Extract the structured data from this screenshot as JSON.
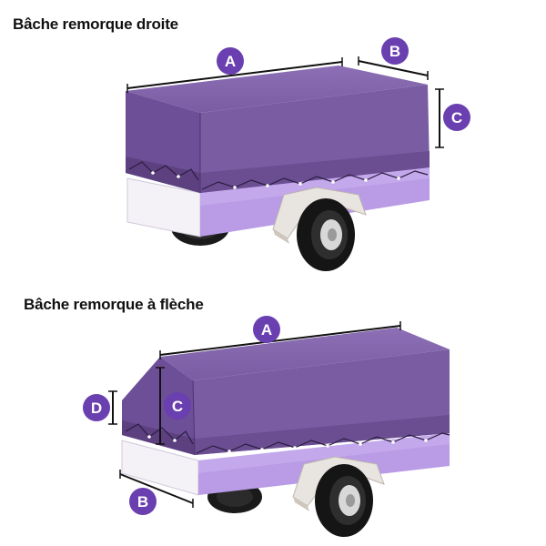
{
  "diagrams": [
    {
      "title": "Bâche remorque droite",
      "dimensions": [
        {
          "letter": "A"
        },
        {
          "letter": "B"
        },
        {
          "letter": "C"
        }
      ]
    },
    {
      "title": "Bâche remorque à flèche",
      "dimensions": [
        {
          "letter": "A"
        },
        {
          "letter": "B"
        },
        {
          "letter": "C"
        },
        {
          "letter": "D"
        }
      ]
    }
  ],
  "colors": {
    "tarp": "#7a5ca3",
    "tarp_dark": "#5c4080",
    "tarp_light": "#9072b8",
    "body_purple": "#b99be6",
    "badge": "#6a3fb0",
    "line": "#111111"
  }
}
